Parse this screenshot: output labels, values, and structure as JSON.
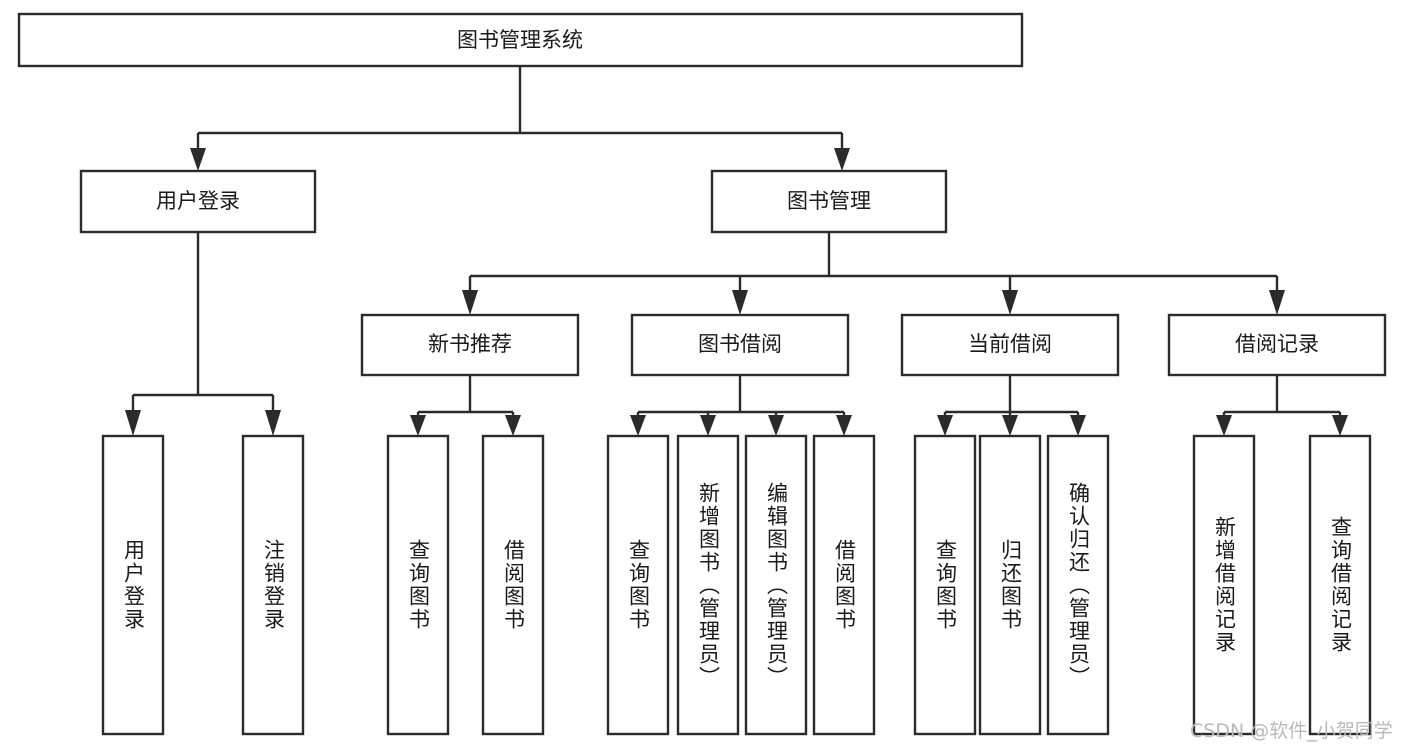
{
  "diagram": {
    "type": "tree-hierarchy",
    "title": "图书管理系统",
    "orientation": "top-down",
    "colors": {
      "box_stroke": "#2b2b2b",
      "box_fill": "#ffffff",
      "text": "#1a1a1a",
      "connector": "#2b2b2b",
      "watermark": "#b9b9b9",
      "background": "#ffffff"
    },
    "levels": {
      "root": {
        "label": "图书管理系统"
      },
      "level2": [
        {
          "label": "用户登录"
        },
        {
          "label": "图书管理"
        }
      ],
      "level3": [
        {
          "label": "新书推荐"
        },
        {
          "label": "图书借阅"
        },
        {
          "label": "当前借阅"
        },
        {
          "label": "借阅记录"
        }
      ],
      "leaves": [
        {
          "label": "用户登录",
          "parent": "用户登录"
        },
        {
          "label": "注销登录",
          "parent": "用户登录"
        },
        {
          "label": "查询图书",
          "parent": "新书推荐"
        },
        {
          "label": "借阅图书",
          "parent": "新书推荐"
        },
        {
          "label": "查询图书",
          "parent": "图书借阅"
        },
        {
          "label": "新增图书（管理员）",
          "parent": "图书借阅"
        },
        {
          "label": "编辑图书（管理员）",
          "parent": "图书借阅"
        },
        {
          "label": "借阅图书",
          "parent": "图书借阅"
        },
        {
          "label": "查询图书",
          "parent": "当前借阅"
        },
        {
          "label": "归还图书",
          "parent": "当前借阅"
        },
        {
          "label": "确认归还（管理员）",
          "parent": "当前借阅"
        },
        {
          "label": "新增借阅记录",
          "parent": "借阅记录"
        },
        {
          "label": "查询借阅记录",
          "parent": "借阅记录"
        }
      ]
    },
    "watermark": "CSDN @软件_小贺同学"
  }
}
